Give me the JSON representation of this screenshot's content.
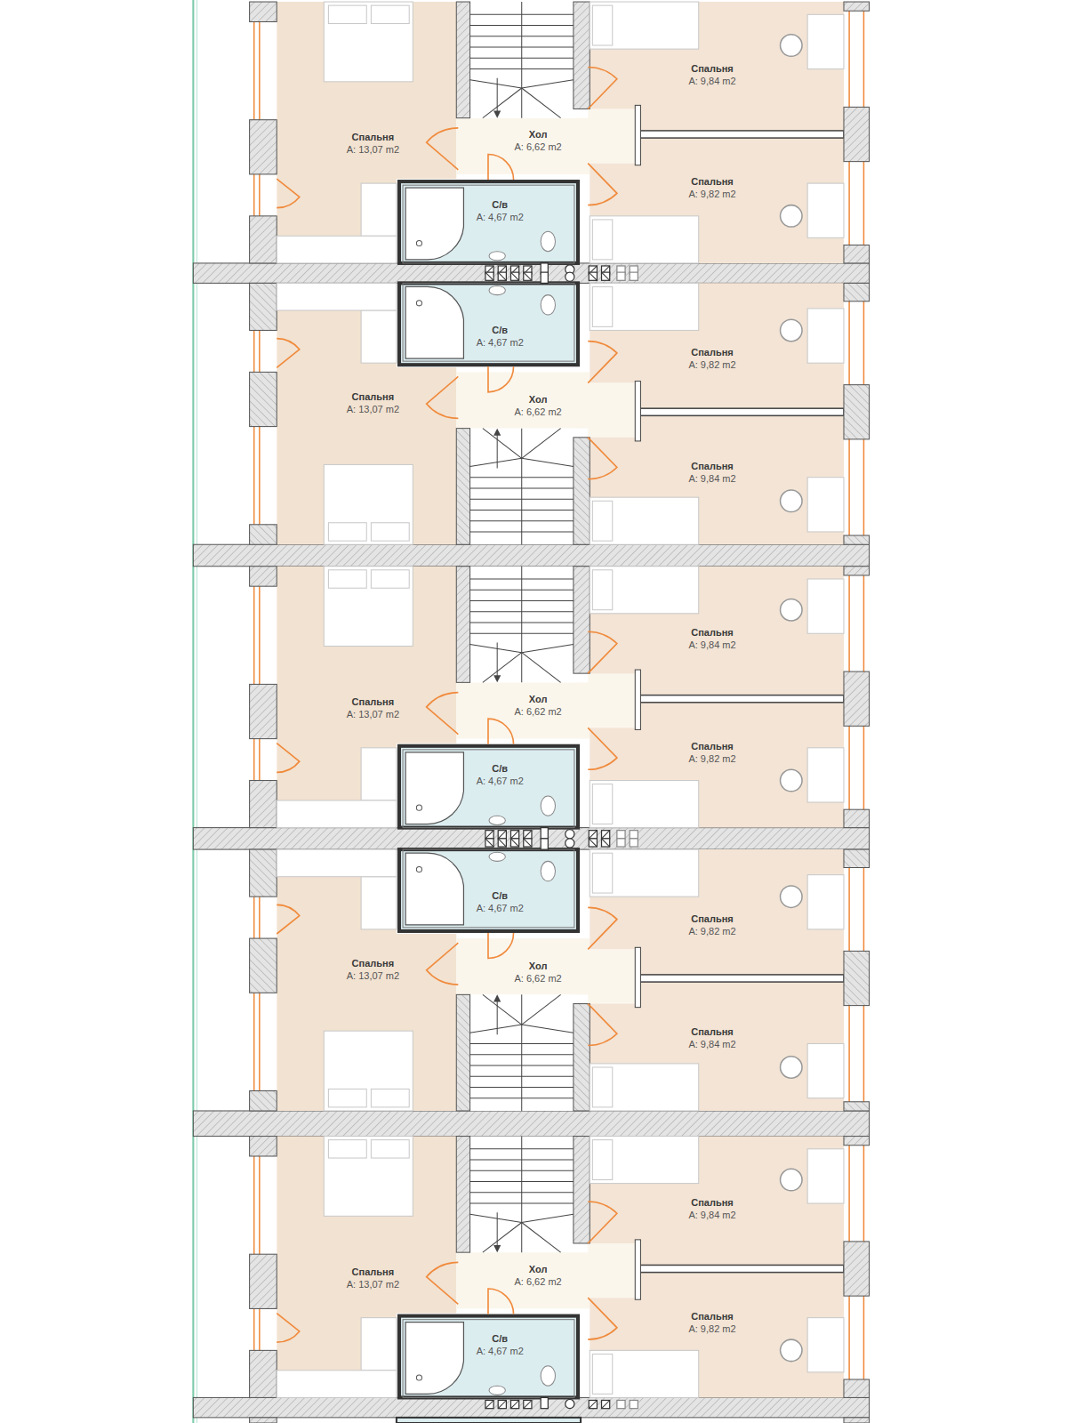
{
  "diagram": {
    "nodes": [
      {
        "text": [
          "Спальня",
          "A: 9,84 m2"
        ]
      },
      {
        "text": [
          "Хол",
          "A: 6,62 m2"
        ]
      },
      {
        "text": [
          "Спальня",
          "A: 13,07 m2"
        ]
      },
      {
        "text": [
          "Спальня",
          "A: 9,82 m2"
        ]
      },
      {
        "text": [
          "С/в",
          "A: 4,67 m2"
        ]
      },
      {
        "text": [
          "С/в",
          "A: 4,67 m2"
        ]
      },
      {
        "text": [
          "Спальня",
          "A: 9,82 m2"
        ]
      },
      {
        "text": [
          "Спальня",
          "A: 13,07 m2"
        ]
      },
      {
        "text": [
          "Хол",
          "A: 6,62 m2"
        ]
      },
      {
        "text": [
          "Спальня",
          "A: 9,84 m2"
        ]
      },
      {
        "text": [
          "Спальня",
          "A: 9,84 m2"
        ]
      },
      {
        "text": [
          "Хол",
          "A: 6,62 m2"
        ]
      },
      {
        "text": [
          "Спальня",
          "A: 13,07 m2"
        ]
      },
      {
        "text": [
          "Спальня",
          "A: 9,82 m2"
        ]
      },
      {
        "text": [
          "С/в",
          "A: 4,67 m2"
        ]
      },
      {
        "text": [
          "С/в",
          "A: 4,67 m2"
        ]
      },
      {
        "text": [
          "Спальня",
          "A: 9,82 m2"
        ]
      },
      {
        "text": [
          "Спальня",
          "A: 13,07 m2"
        ]
      },
      {
        "text": [
          "Хол",
          "A: 6,62 m2"
        ]
      },
      {
        "text": [
          "Спальня",
          "A: 9,84 m2"
        ]
      },
      {
        "text": [
          "Спальня",
          "A: 9,84 m2"
        ]
      },
      {
        "text": [
          "Хол",
          "A: 6,62 m2"
        ]
      },
      {
        "text": [
          "Спальня",
          "A: 13,07 m2"
        ]
      },
      {
        "text": [
          "Спальня",
          "A: 9,82 m2"
        ]
      },
      {
        "text": [
          "С/в",
          "A: 4,67 m2"
        ]
      }
    ]
  }
}
